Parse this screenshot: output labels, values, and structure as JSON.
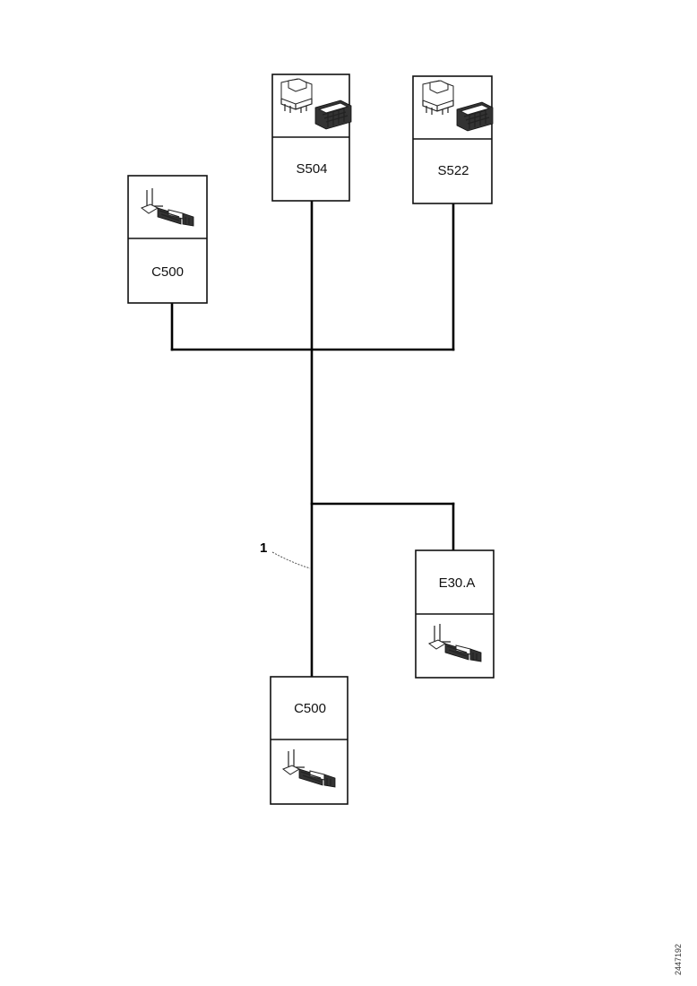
{
  "components": [
    {
      "id": "c500_top",
      "label": "C500",
      "icon": "terminal-connector-icon"
    },
    {
      "id": "s504",
      "label": "S504",
      "icon": "switch-connector-icon"
    },
    {
      "id": "s522",
      "label": "S522",
      "icon": "switch-connector-icon"
    },
    {
      "id": "e30a",
      "label": "E30.A",
      "icon": "terminal-connector-icon"
    },
    {
      "id": "c500_bottom",
      "label": "C500",
      "icon": "terminal-connector-icon"
    }
  ],
  "callout": {
    "number": "1"
  },
  "reference": {
    "code": "2447192"
  },
  "colors": {
    "wire": "#000000",
    "border": "#111111",
    "background": "#ffffff"
  }
}
